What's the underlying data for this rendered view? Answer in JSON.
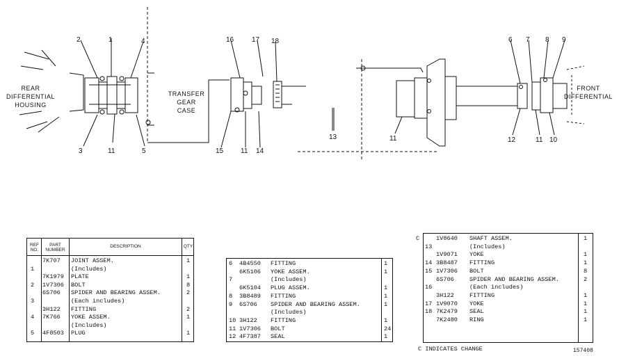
{
  "callouts": {
    "c1": "1",
    "c2": "2",
    "c3": "3",
    "c4": "4",
    "c5": "5",
    "c6": "6",
    "c7": "7",
    "c8": "8",
    "c9": "9",
    "c10": "10",
    "c11a": "11",
    "c11b": "11",
    "c11c": "11",
    "c11d": "11",
    "c12": "12",
    "c13": "13",
    "c14": "14",
    "c15": "15",
    "c16": "16",
    "c17": "17",
    "c18": "18"
  },
  "side_labels": {
    "rear_1": "REAR",
    "rear_2": "DIFFERENTIAL",
    "rear_3": "HOUSING",
    "transfer_1": "TRANSFER",
    "transfer_2": "GEAR",
    "transfer_3": "CASE",
    "front_1": "FRONT",
    "front_2": "DIFFERENTIAL"
  },
  "table1": {
    "headers": {
      "ref": "REF NO.",
      "part": "PART NUMBER",
      "desc": "DESCRIPTION",
      "qty": "QTY"
    },
    "rows": [
      {
        "ref": "",
        "part": "7K707",
        "desc": "JOINT ASSEM.",
        "qty": "1"
      },
      {
        "ref": "1",
        "part": "",
        "desc": "(Includes)",
        "qty": ""
      },
      {
        "ref": "",
        "part": "7K1979",
        "desc": "PLATE",
        "qty": "1"
      },
      {
        "ref": "2",
        "part": "1V7306",
        "desc": "BOLT",
        "qty": "8"
      },
      {
        "ref": "",
        "part": "6S706",
        "desc": "SPIDER AND BEARING ASSEM.",
        "qty": "2"
      },
      {
        "ref": "3",
        "part": "",
        "desc": "(Each includes)",
        "qty": ""
      },
      {
        "ref": "",
        "part": "3H122",
        "desc": "FITTING",
        "qty": "2"
      },
      {
        "ref": "4",
        "part": "7K766",
        "desc": "YOKE ASSEM.",
        "qty": "1"
      },
      {
        "ref": "",
        "part": "",
        "desc": "(Includes)",
        "qty": ""
      },
      {
        "ref": "5",
        "part": "4F8503",
        "desc": "PLUG",
        "qty": "1"
      }
    ]
  },
  "table2": {
    "rows": [
      {
        "ref": "6",
        "part": "4B4550",
        "desc": "FITTING",
        "qty": "1"
      },
      {
        "ref": "",
        "part": "6K5106",
        "desc": "YOKE ASSEM.",
        "qty": "1"
      },
      {
        "ref": "7",
        "part": "",
        "desc": "(Includes)",
        "qty": ""
      },
      {
        "ref": "",
        "part": "6K5104",
        "desc": "PLUG ASSEM.",
        "qty": "1"
      },
      {
        "ref": "8",
        "part": "3B8489",
        "desc": "FITTING",
        "qty": "1"
      },
      {
        "ref": "9",
        "part": "6S706",
        "desc": "SPIDER AND BEARING ASSEM.",
        "qty": "1"
      },
      {
        "ref": "",
        "part": "",
        "desc": "(Includes)",
        "qty": ""
      },
      {
        "ref": "10",
        "part": "3H122",
        "desc": "FITTING",
        "qty": "1"
      },
      {
        "ref": "11",
        "part": "1V7306",
        "desc": "BOLT",
        "qty": "24"
      },
      {
        "ref": "12",
        "part": "4F7387",
        "desc": "SEAL",
        "qty": "1"
      }
    ]
  },
  "table3": {
    "marker": "C",
    "rows": [
      {
        "ref": "",
        "part": "1V8640",
        "desc": "SHAFT ASSEM.",
        "qty": "1"
      },
      {
        "ref": "13",
        "part": "",
        "desc": "(Includes)",
        "qty": ""
      },
      {
        "ref": "",
        "part": "1V9071",
        "desc": "YOKE",
        "qty": "1"
      },
      {
        "ref": "14",
        "part": "3B8487",
        "desc": "FITTING",
        "qty": "1"
      },
      {
        "ref": "15",
        "part": "1V7306",
        "desc": "BOLT",
        "qty": "8"
      },
      {
        "ref": "",
        "part": "6S706",
        "desc": "SPIDER AND BEARING ASSEM.",
        "qty": "2"
      },
      {
        "ref": "16",
        "part": "",
        "desc": "(Each includes)",
        "qty": ""
      },
      {
        "ref": "",
        "part": "3H122",
        "desc": "FITTING",
        "qty": "1"
      },
      {
        "ref": "17",
        "part": "1V9070",
        "desc": "YOKE",
        "qty": "1"
      },
      {
        "ref": "18",
        "part": "7K2479",
        "desc": "SEAL",
        "qty": "1"
      },
      {
        "ref": "",
        "part": "7K2480",
        "desc": "RING",
        "qty": "1"
      }
    ]
  },
  "footer": {
    "change_note": "C INDICATES CHANGE",
    "figure_no": "157408"
  }
}
